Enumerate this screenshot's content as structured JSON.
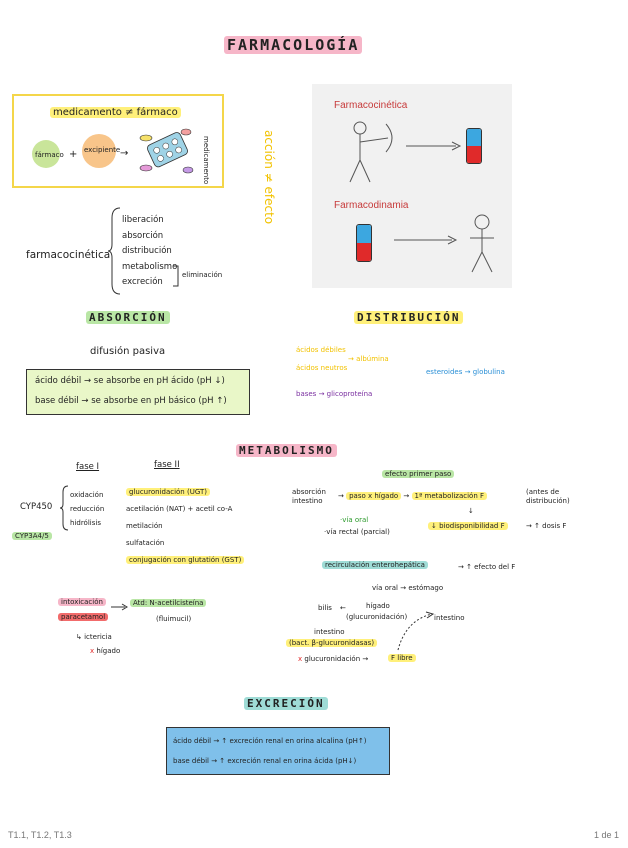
{
  "title": "FARMACOLOGÍA",
  "intro_box": {
    "header": "medicamento ≠ fármaco",
    "farmaco": "fármaco",
    "plus": "+",
    "excipiente": "excipiente",
    "arrow": "→",
    "medicamento": "medicamento"
  },
  "side_note": "acción ≠ efecto",
  "picture": {
    "farmacocinetica": "Farmacocinética",
    "farmacodinamia": "Farmacodinamia"
  },
  "farmacocinetica": {
    "label": "farmacocinética",
    "items": [
      "liberación",
      "absorción",
      "distribución",
      "metabolismo",
      "excreción"
    ],
    "eliminacion": "eliminación"
  },
  "absorcion": {
    "heading": "ABSORCIÓN",
    "difusion": "difusión pasiva",
    "line1": "ácido débil → se absorbe en pH ácido (pH ↓)",
    "line2": "base débil → se absorbe en pH básico (pH ↑)"
  },
  "distribucion": {
    "heading": "DISTRIBUCIÓN",
    "acidos_debiles": "ácidos débiles",
    "acidos_neutros": "ácidos neutros",
    "albumina": "albúmina",
    "esteroides": "esteroides",
    "globulina": "globulina",
    "bases": "bases",
    "glicoproteina": "glicoproteína"
  },
  "metabolismo": {
    "heading": "METABOLISMO",
    "fase1": "fase I",
    "fase2": "fase II",
    "fase1_items": [
      "oxidación",
      "reducción",
      "hidrólisis"
    ],
    "cyp450": "CYP450",
    "cyp3a4": "CYP3A4/5",
    "fase2_items": [
      "glucuronidación (UGT)",
      "acetilación (NAT) + acetil co-A",
      "metilación",
      "sulfatación",
      "conjugación con glutatión (GST)"
    ],
    "intox1": "intoxicación",
    "intox2": "paracetamol",
    "atd": "Atd: N-acetilcisteína",
    "fluimucil": "(fluimucil)",
    "ictericia": "ictericia",
    "higado": "hígado",
    "efecto_primer_paso": "efecto primer paso",
    "absorcion_intestino": "absorción intestino",
    "paso_higado": "paso x hígado",
    "primer_metab": "1ª metabolización F",
    "antes_dist": "(antes de distribución)",
    "via_oral": "·vía oral",
    "via_rectal": "·vía rectal (parcial)",
    "biodisp": "↓ biodisponibilidad F",
    "dosis": "↑ dosis F",
    "recirc": "recirculación enterohepática",
    "efecto_f": "↑ efecto del F",
    "via_oral2": "vía oral",
    "estomago": "estómago",
    "bilis": "bilis",
    "higado2": "hígado",
    "glucuronidacion": "(glucuronidación)",
    "intestino1": "intestino",
    "intestino2": "intestino",
    "bact": "(bact. β-glucuronidasas)",
    "x_glucuro": "glucuronidación",
    "f_libre": "F libre"
  },
  "excrecion": {
    "heading": "EXCRECIÓN",
    "line1": "ácido débil → ↑ excreción renal en orina alcalina (pH↑)",
    "line2": "base débil → ↑ excreción renal en orina ácida (pH↓)"
  },
  "footer": {
    "left": "T1.1, T1.2, T1.3",
    "right": "1 de 1"
  },
  "colors": {
    "pink": "#f6b6c8",
    "yellow": "#fff07a",
    "green": "#b9e6a5",
    "teal": "#9fdcd6",
    "blue_box": "#7fc0ea"
  }
}
